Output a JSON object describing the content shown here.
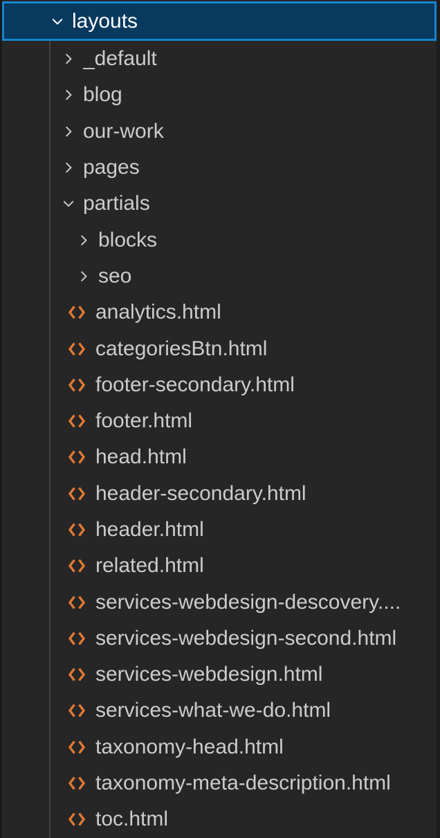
{
  "colors": {
    "background": "#262626",
    "selection_background": "#08395e",
    "selection_border": "#1584d3",
    "text": "#cccccc",
    "selected_text": "#ffffff",
    "html_icon_orange": "#e37933",
    "indent_guide": "#434343"
  },
  "tree": {
    "rows": [
      {
        "label": "layouts",
        "kind": "folder",
        "level": 0,
        "expanded": true,
        "selected": true
      },
      {
        "label": "_default",
        "kind": "folder",
        "level": 1,
        "expanded": false
      },
      {
        "label": "blog",
        "kind": "folder",
        "level": 1,
        "expanded": false
      },
      {
        "label": "our-work",
        "kind": "folder",
        "level": 1,
        "expanded": false
      },
      {
        "label": "pages",
        "kind": "folder",
        "level": 1,
        "expanded": false
      },
      {
        "label": "partials",
        "kind": "folder",
        "level": 1,
        "expanded": true
      },
      {
        "label": "blocks",
        "kind": "folder",
        "level": 2,
        "expanded": false
      },
      {
        "label": "seo",
        "kind": "folder",
        "level": 2,
        "expanded": false
      },
      {
        "label": "analytics.html",
        "kind": "file",
        "level": 2
      },
      {
        "label": "categoriesBtn.html",
        "kind": "file",
        "level": 2
      },
      {
        "label": "footer-secondary.html",
        "kind": "file",
        "level": 2
      },
      {
        "label": "footer.html",
        "kind": "file",
        "level": 2
      },
      {
        "label": "head.html",
        "kind": "file",
        "level": 2
      },
      {
        "label": "header-secondary.html",
        "kind": "file",
        "level": 2
      },
      {
        "label": "header.html",
        "kind": "file",
        "level": 2
      },
      {
        "label": "related.html",
        "kind": "file",
        "level": 2
      },
      {
        "label": "services-webdesign-descovery....",
        "kind": "file",
        "level": 2
      },
      {
        "label": "services-webdesign-second.html",
        "kind": "file",
        "level": 2
      },
      {
        "label": "services-webdesign.html",
        "kind": "file",
        "level": 2
      },
      {
        "label": "services-what-we-do.html",
        "kind": "file",
        "level": 2
      },
      {
        "label": "taxonomy-head.html",
        "kind": "file",
        "level": 2
      },
      {
        "label": "taxonomy-meta-description.html",
        "kind": "file",
        "level": 2
      },
      {
        "label": "toc.html",
        "kind": "file",
        "level": 2
      }
    ]
  }
}
